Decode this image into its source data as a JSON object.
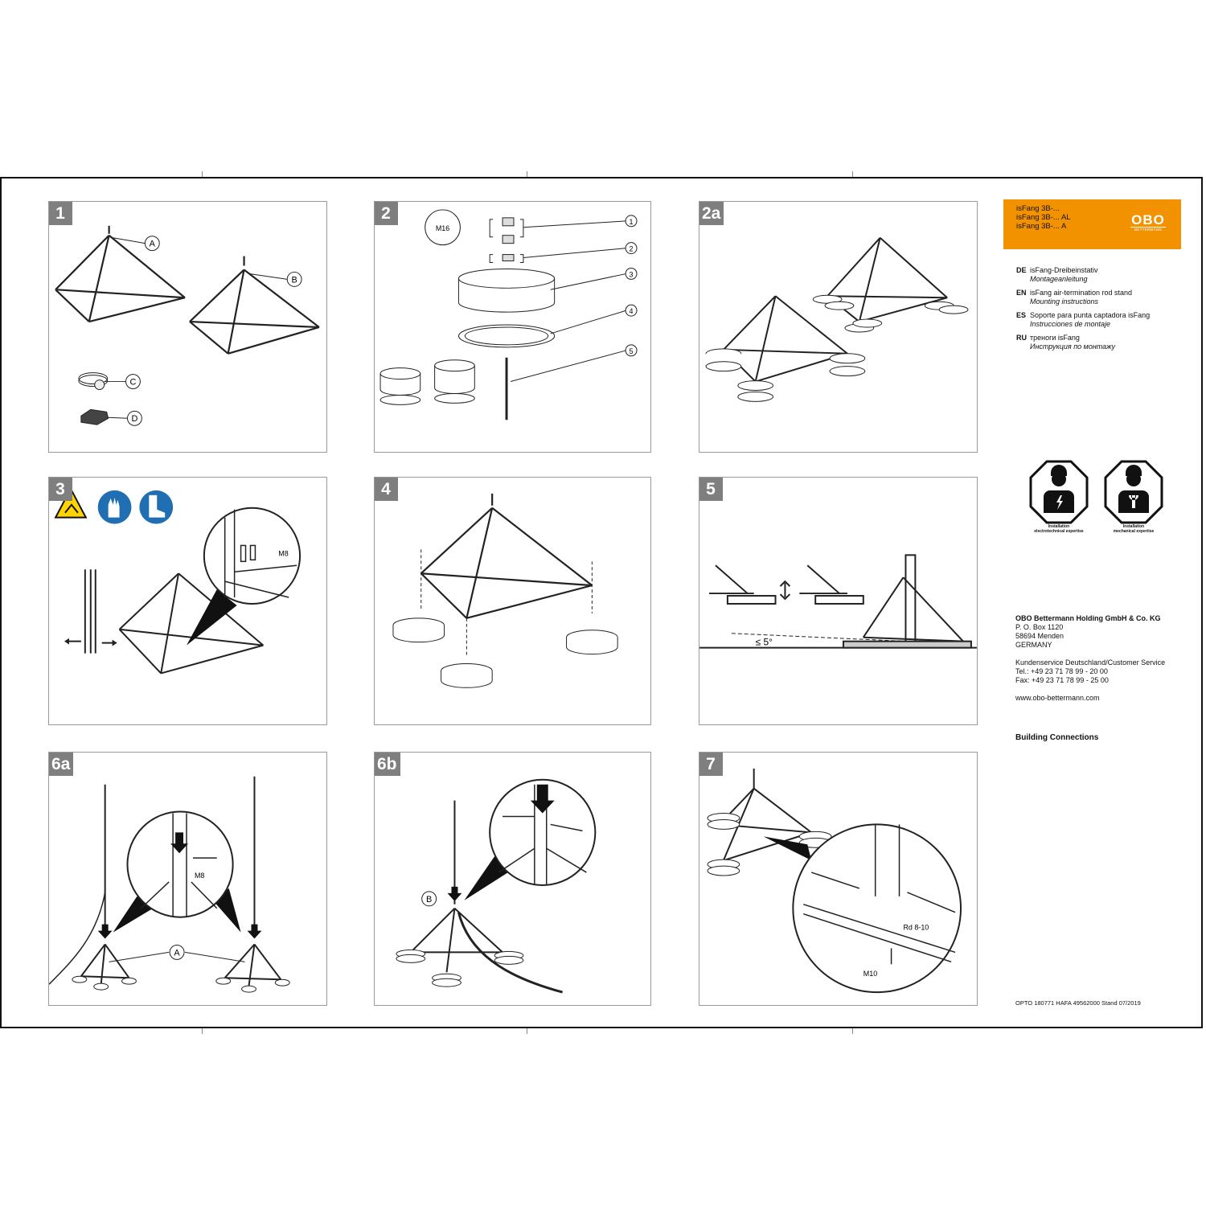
{
  "steps": {
    "s1": "1",
    "s2": "2",
    "s2a": "2a",
    "s3": "3",
    "s4": "4",
    "s5": "5",
    "s6a": "6a",
    "s6b": "6b",
    "s7": "7"
  },
  "callouts": {
    "A": "A",
    "B": "B",
    "C": "C",
    "D": "D",
    "n1": "1",
    "n2": "2",
    "n3": "3",
    "n4": "4",
    "n5": "5",
    "m16": "M16",
    "m8": "M8",
    "m10": "M10",
    "angle": "≤ 5°",
    "rd": "Rd 8-10"
  },
  "header": {
    "products": [
      "isFang 3B-...",
      "isFang 3B-... AL",
      "isFang 3B-... A"
    ],
    "logo_main": "OBO",
    "logo_sub": "BETTERMANN",
    "brand_color": "#f39200"
  },
  "languages": [
    {
      "code": "DE",
      "title": "isFang-Dreibeinstativ",
      "subtitle": "Montageanleitung"
    },
    {
      "code": "EN",
      "title": "isFang air-termination rod stand",
      "subtitle": "Mounting instructions"
    },
    {
      "code": "ES",
      "title": "Soporte para punta captadora isFang",
      "subtitle": "Instrucciones de montaje"
    },
    {
      "code": "RU",
      "title": "треноги isFang",
      "subtitle": "Инструкция по монтажу"
    }
  ],
  "qualifications": [
    {
      "icon": "electrician-icon",
      "label1": "Installation",
      "label2": "electrotechnical expertise"
    },
    {
      "icon": "mechanic-icon",
      "label1": "Installation",
      "label2": "mechanical expertise"
    }
  ],
  "address": {
    "company": "OBO Bettermann Holding GmbH & Co. KG",
    "pobox": "P. O. Box 1120",
    "city": "58694 Menden",
    "country": "GERMANY",
    "service": "Kundenservice Deutschland/Customer Service",
    "tel": "Tel.: +49 23 71 78 99 - 20 00",
    "fax": "Fax: +49 23 71 78 99 - 25 00",
    "web": "www.obo-bettermann.com"
  },
  "building_connections": "Building Connections",
  "doc_number": "OPTO 180771 HAFA 49562000 Stand 07/2019"
}
